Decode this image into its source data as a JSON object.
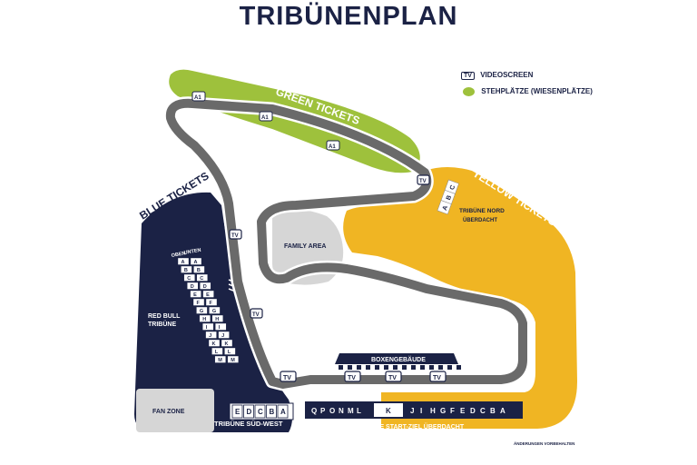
{
  "title": "TRIBÜNENPLAN",
  "legend": {
    "videoscreen_badge": "TV",
    "videoscreen_label": "VIDEOSCREEN",
    "standing_label": "STEHPLÄTZE (WIESENPLÄTZE)"
  },
  "zones": {
    "green": "GREEN TICKETS",
    "yellow": "YELLOW TICKETS",
    "blue": "BLUE TICKETS",
    "family": "FAMILY AREA",
    "fan_zone": "FAN ZONE"
  },
  "stands": {
    "nord_title": "TRIBÜNE NORD",
    "nord_sub": "ÜBERDACHT",
    "nord_blocks": [
      "A",
      "B",
      "C"
    ],
    "red_bull_line1": "RED BULL",
    "red_bull_line2": "TRIBÜNE",
    "red_bull_col_left": "OBEN",
    "red_bull_col_right": "UNTEN",
    "red_bull_blocks": [
      "A",
      "B",
      "C",
      "D",
      "E",
      "F",
      "G",
      "H",
      "I",
      "J",
      "K",
      "L",
      "M"
    ],
    "sued_west_title": "TRIBÜNE SÜD-WEST",
    "sued_west_blocks": [
      "E",
      "D",
      "C",
      "B",
      "A"
    ],
    "start_ziel_title": "TRIBÜNE START-ZIEL ÜBERDACHT",
    "start_ziel_left": [
      "Q",
      "P",
      "O",
      "N",
      "M",
      "L"
    ],
    "start_ziel_center": "K",
    "start_ziel_right": [
      "J",
      "I",
      "H",
      "G",
      "F",
      "E",
      "D",
      "C",
      "B",
      "A"
    ],
    "boxen": "BOXENGEBÄUDE"
  },
  "tv_badge": "TV",
  "a1_badge": "A1",
  "footnote": "ÄNDERUNGEN VORBEHALTEN",
  "colors": {
    "navy": "#1b2245",
    "green": "#9ec13c",
    "yellow": "#f0b523",
    "grey": "#d6d6d6",
    "track": "#6a6a6a"
  }
}
